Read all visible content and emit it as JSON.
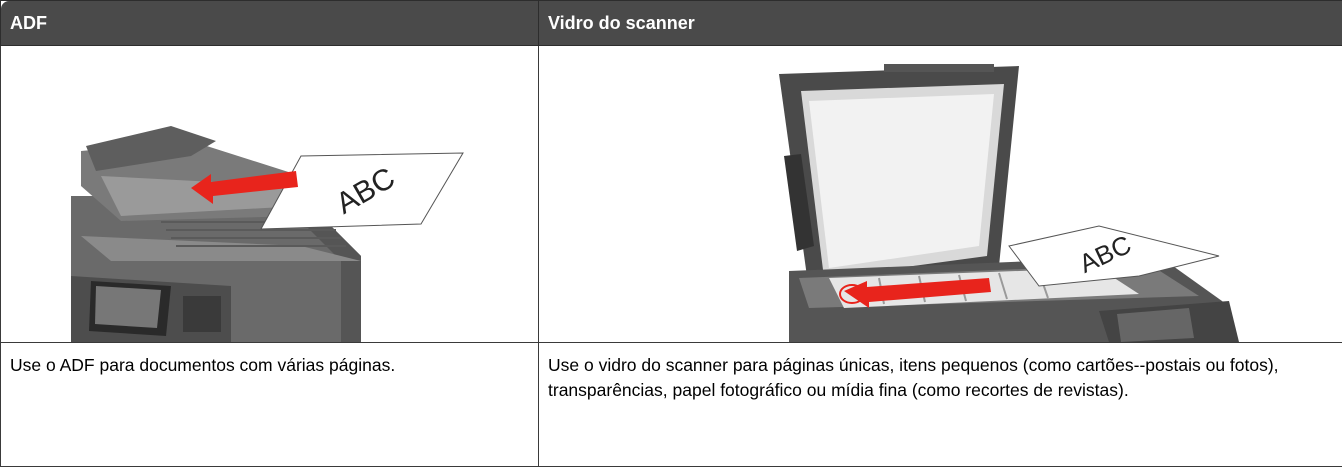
{
  "table": {
    "headers": [
      "ADF",
      "Vidro do scanner"
    ],
    "descriptions": [
      "Use o ADF para documentos com várias páginas.",
      "Use o vidro do scanner para páginas únicas, itens pequenos (como cartões--postais ou fotos), transparências, papel fotográfico ou mídia fina (como recortes de revistas)."
    ],
    "illustration_text": [
      "ABC",
      "ABC"
    ]
  },
  "colors": {
    "header_bg": "#4a4a4a",
    "header_text": "#ffffff",
    "arrow": "#e8241c",
    "border": "#3a3a3a"
  },
  "icons": [
    "adf-printer-illustration",
    "scanner-glass-illustration"
  ]
}
